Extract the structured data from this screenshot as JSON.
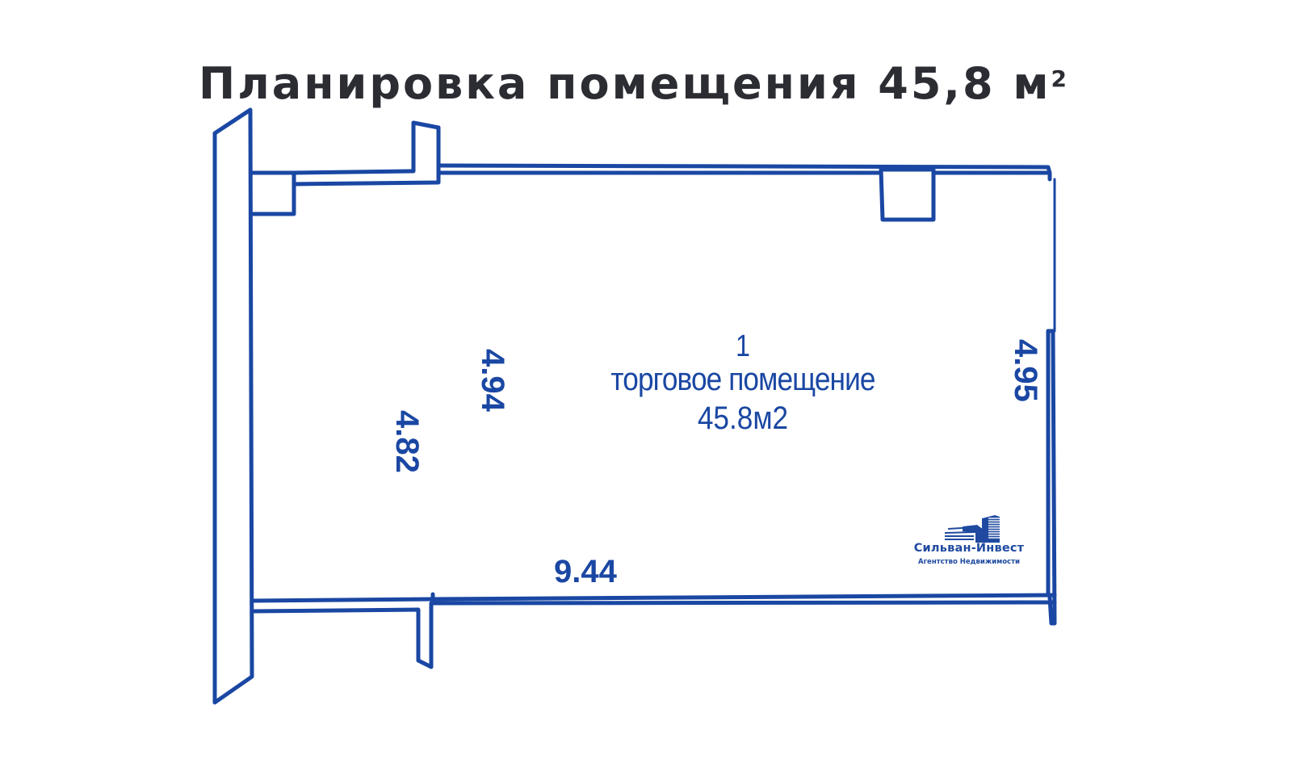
{
  "header": {
    "title": "Планировка помещения 45,8 м",
    "title_superscript": "2"
  },
  "room": {
    "number": "1",
    "name": "торговое помещение",
    "area": "45.8м2"
  },
  "dimensions": {
    "left_inner_wall": "4.94",
    "left_wall": "4.82",
    "right_wall": "4.95",
    "bottom_wall": "9.44"
  },
  "logo": {
    "name": "Сильван-Инвест",
    "tagline": "Агентство Недвижимости",
    "icon": "buildings-icon"
  },
  "colors": {
    "plan_stroke": "#1a47a3",
    "title_text": "#2b2d33",
    "background": "#ffffff"
  }
}
